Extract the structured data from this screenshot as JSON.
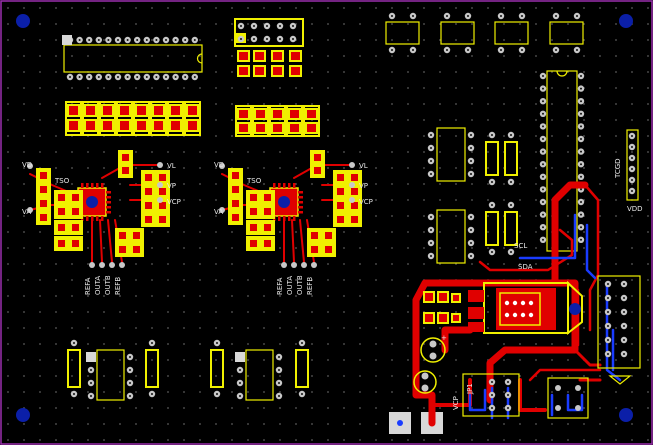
{
  "colors": {
    "background": "#000000",
    "outline": "#9b2fae",
    "silkscreen": "#f0f000",
    "top_copper": "#e00000",
    "bottom_copper": "#1a3cff",
    "pad_metal": "#c8c8c8",
    "mount_hole": "#0b1fa8",
    "label_text": "#e8e8e8"
  },
  "labels": {
    "left_channel": {
      "vd": "VD",
      "va": "VA",
      "tso": "TSO",
      "vl": "VL",
      "vp": "VP",
      "vcp": "VCP",
      "refa": "REFA",
      "outa": "OUTA",
      "outb": "OUTB",
      "refb": "REFB"
    },
    "right_channel": {
      "vd": "VD",
      "va": "VA",
      "tso": "TSO",
      "vl": "VL",
      "vp": "VP",
      "vcp": "VCP",
      "refa": "REFA",
      "outa": "OUTA",
      "outb": "OUTB",
      "refb": "REFB"
    },
    "i2c": {
      "scl": "SCL",
      "sda": "SDA"
    },
    "connector": {
      "tcgd": "TCGD",
      "vdd": "VDD"
    },
    "bottom": {
      "jp1": "JP1",
      "vcp": "VCP"
    },
    "vreg": {
      "plus": "+"
    }
  },
  "icons": {
    "mount_hole": "mounting-hole-icon",
    "via": "via-icon"
  }
}
